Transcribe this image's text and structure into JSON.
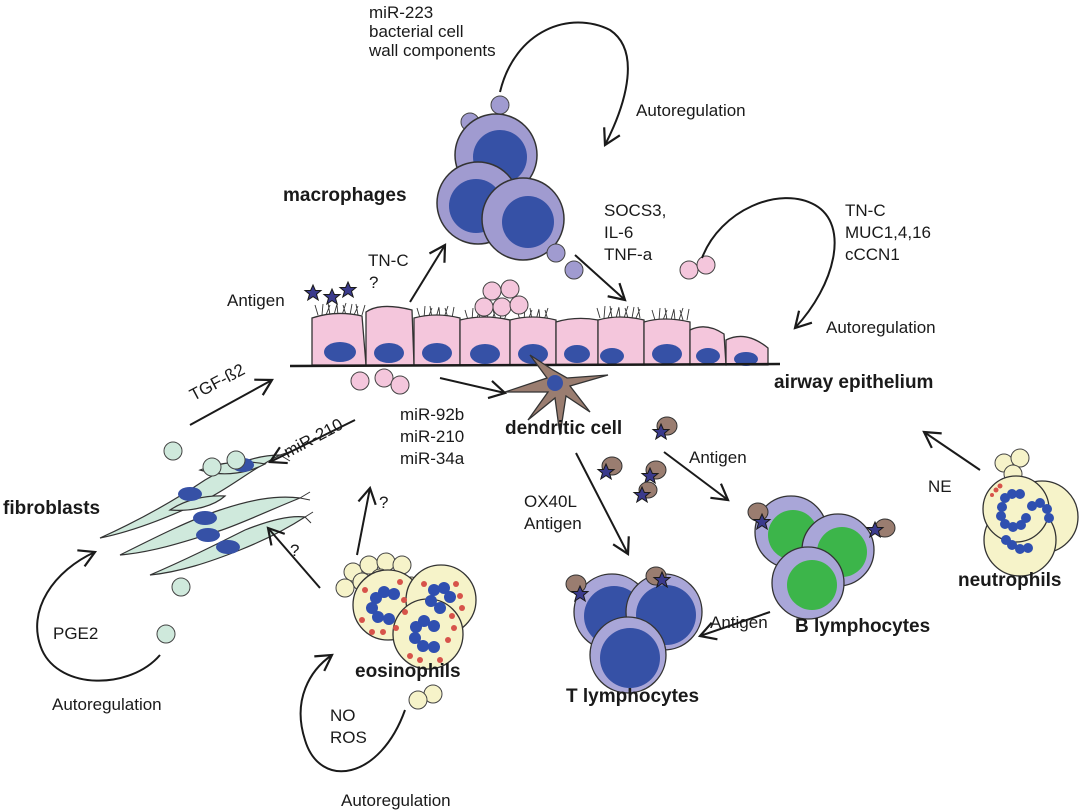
{
  "cells": {
    "macrophages": "macrophages",
    "airway_epithelium": "airway epithelium",
    "dendritic_cell": "dendritic cell",
    "fibroblasts": "fibroblasts",
    "eosinophils": "eosinophils",
    "t_lymphocytes": "T lymphocytes",
    "b_lymphocytes": "B lymphocytes",
    "neutrophils": "neutrophils"
  },
  "mediators": {
    "mir223": "miR-223",
    "bacterial_cell": "bacterial cell",
    "wall_components": "wall components",
    "socs3": "SOCS3,",
    "il6": "IL-6",
    "tnfa": "TNF-a",
    "tnc": "TN-C",
    "question": "?",
    "tnc_epi": "TN-C",
    "muc": "MUC1,4,16",
    "cccn1": "cCCN1",
    "antigen": "Antigen",
    "tgfb2": "TGF-ß2",
    "mir210_fib": "miR-210",
    "mir92b": "miR-92b",
    "mir210": "miR-210",
    "mir34a": "miR-34a",
    "antigen_b": "Antigen",
    "ox40l": "OX40L",
    "antigen_t": "Antigen",
    "antigen_bt": "Antigen",
    "ne": "NE",
    "pge2": "PGE2",
    "no": "NO",
    "ros": "ROS",
    "q_eos1": "?",
    "q_eos2": "?"
  },
  "autoregulation": {
    "macrophage": "Autoregulation",
    "epithelium": "Autoregulation",
    "fibroblast": "Autoregulation",
    "eosinophil": "Autoregulation"
  },
  "colors": {
    "macrophage_outer": "#a09bd0",
    "macrophage_nucleus": "#3651a6",
    "epithelium": "#f4c6dc",
    "dendritic": "#9a7d70",
    "fibroblast": "#cfe9dc",
    "eosinophil": "#f6f3c9",
    "eos_granule": "#d7534a",
    "lymph_outer": "#a9a6d8",
    "b_nucleus": "#3cb54a",
    "star": "#3a3a8c"
  }
}
